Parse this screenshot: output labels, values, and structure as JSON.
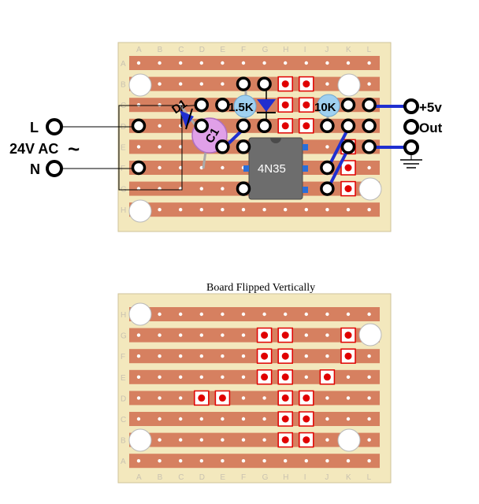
{
  "top_board": {
    "columns": [
      "A",
      "B",
      "C",
      "D",
      "E",
      "F",
      "G",
      "H",
      "I",
      "J",
      "K",
      "L"
    ],
    "rows": [
      "A",
      "B",
      "C",
      "D",
      "E",
      "F",
      "G",
      "H"
    ]
  },
  "bottom_board": {
    "caption": "Board Flipped Vertically",
    "columns": [
      "A",
      "B",
      "C",
      "D",
      "E",
      "F",
      "G",
      "H",
      "I",
      "J",
      "K",
      "L"
    ],
    "rows": [
      "H",
      "G",
      "F",
      "E",
      "D",
      "C",
      "B",
      "A"
    ]
  },
  "labels": {
    "line": "L",
    "neutral": "N",
    "supply": "24V AC",
    "ac_symbol": "~",
    "plus5v": "+5v",
    "out": "Out"
  },
  "components": {
    "ic": "4N35",
    "r1": "1.5K",
    "r2": "10K",
    "d1": "D1",
    "c1": "C1"
  },
  "colors": {
    "board": "#f3e8bd",
    "strip": "#d68060",
    "wire": "#1f2fd0",
    "cut": "#e00000",
    "ic_body": "#6d6d6d",
    "resistor": "#9fd0f0",
    "capacitor": "#e0a0e8"
  }
}
